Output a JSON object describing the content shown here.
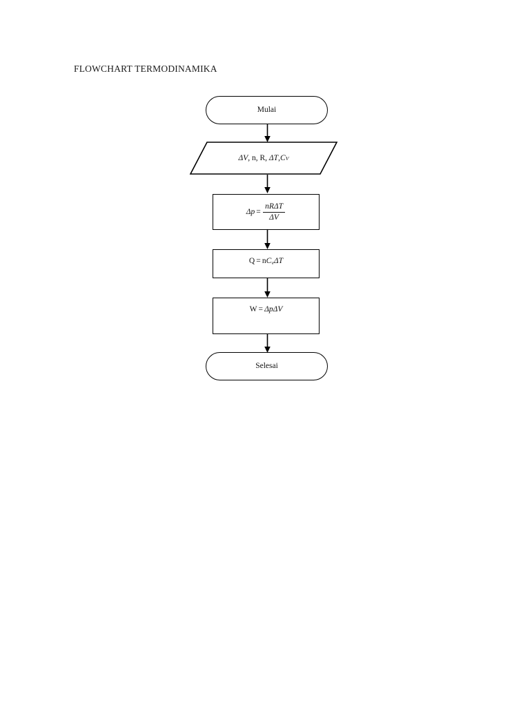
{
  "document": {
    "title": "FLOWCHART TERMODINAMIKA",
    "background_color": "#ffffff",
    "ink_color": "#000000"
  },
  "flowchart": {
    "nodes": [
      {
        "id": "start",
        "shape": "terminal",
        "label": "Mulai"
      },
      {
        "id": "input",
        "shape": "parallelogram",
        "label": "ΔV , n, R, ΔT , C_V",
        "parts": {
          "delta_v": "ΔV",
          "sep1": ",",
          "n": "n",
          "sep2": ",",
          "r": "R",
          "sep3": ",",
          "delta_t": "ΔT",
          "sep4": ",",
          "c": "C",
          "c_sub": "V"
        }
      },
      {
        "id": "calc-pressure",
        "shape": "process",
        "label": "Δp = nRΔT / ΔV",
        "parts": {
          "lhs": "Δp",
          "equals": "=",
          "numerator": "nRΔT",
          "denominator": "ΔV"
        }
      },
      {
        "id": "calc-heat",
        "shape": "process",
        "label": "Q = nC_vΔT",
        "parts": {
          "lhs": "Q",
          "equals": "=",
          "n": "n",
          "c": "C",
          "c_sub": "v",
          "delta_t": "ΔT"
        }
      },
      {
        "id": "calc-work",
        "shape": "process",
        "label": "W = ΔpΔV",
        "parts": {
          "lhs": "W",
          "equals": "=",
          "delta_p": "Δp",
          "delta_v": "ΔV"
        }
      },
      {
        "id": "end",
        "shape": "terminal",
        "label": "Selesai"
      }
    ],
    "connectors": [
      {
        "from": "start",
        "to": "input"
      },
      {
        "from": "input",
        "to": "calc-pressure"
      },
      {
        "from": "calc-pressure",
        "to": "calc-heat"
      },
      {
        "from": "calc-heat",
        "to": "calc-work"
      },
      {
        "from": "calc-work",
        "to": "end"
      }
    ]
  }
}
